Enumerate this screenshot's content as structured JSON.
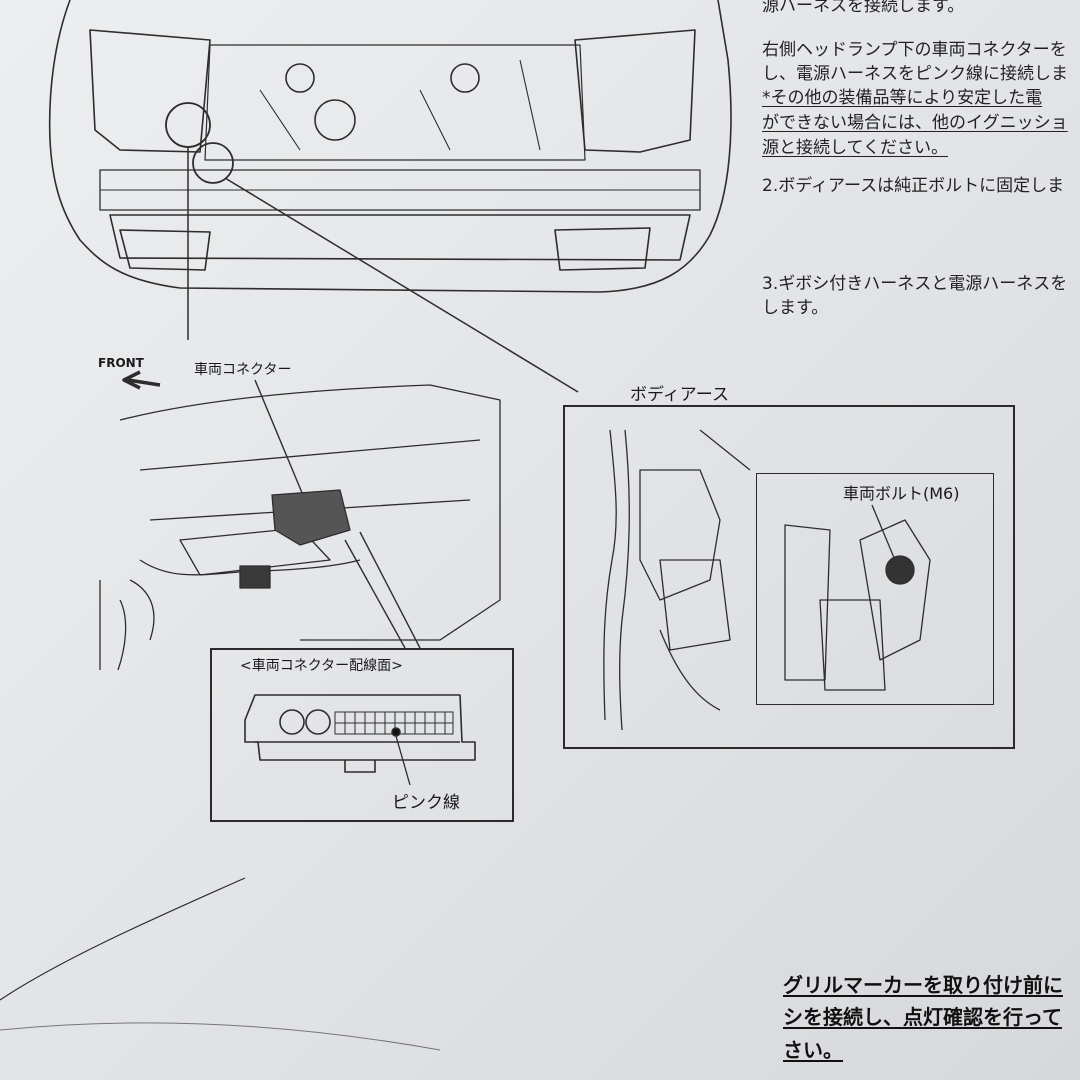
{
  "instructions": {
    "line0": "源ハーネスを接続します。",
    "line1": "右側ヘッドランプ下の車両コネクターを",
    "line2": "し、電源ハーネスをピンク線に接続しま",
    "line3": "*その他の装備品等により安定した電",
    "line4": "ができない場合には、他のイグニッショ",
    "line5": "源と接続してください。",
    "step2": "2.ボディアースは純正ボルトに固定しま",
    "step3a": "3.ギボシ付きハーネスと電源ハーネスを",
    "step3b": "します。"
  },
  "labels": {
    "front": "FRONT",
    "vehicle_connector": "車両コネクター",
    "connector_wiring_face": "<車両コネクター配線面>",
    "pink_wire": "ピンク線",
    "body_earth": "ボディアース",
    "vehicle_bolt": "車両ボルト(M6)"
  },
  "notice": {
    "line1": "グリルマーカーを取り付け前に",
    "line2": "シを接続し、点灯確認を行って",
    "line3": "さい。"
  },
  "colors": {
    "ink": "#222222",
    "paper": "#e6e8ea"
  }
}
